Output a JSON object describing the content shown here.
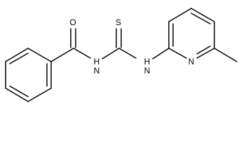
{
  "molecule": {
    "atoms": {
      "oxygen": "O",
      "sulfur": "S",
      "amide_nh": "H\nN",
      "amine_nh": "H\nN",
      "pyridine_n": "N"
    },
    "colors": {
      "bond": "#000000",
      "label": "#000000",
      "background": "#ffffff"
    }
  }
}
